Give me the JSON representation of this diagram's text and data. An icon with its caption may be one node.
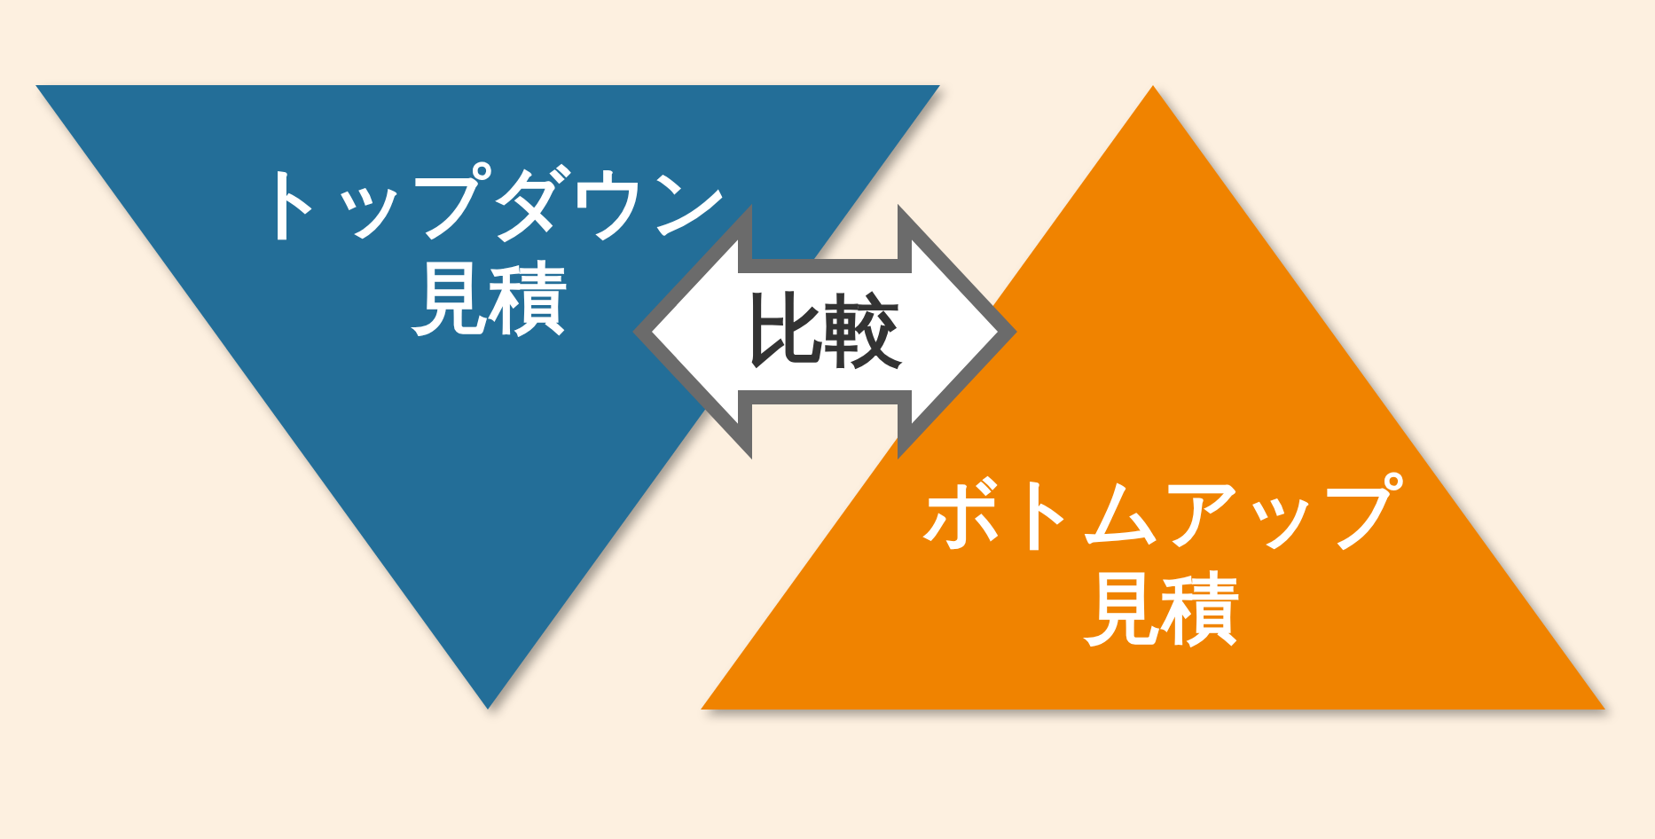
{
  "diagram": {
    "nodes": [
      {
        "text": [
          "トップダウン見積"
        ]
      },
      {
        "text": [
          "ボトムアップ見積"
        ]
      }
    ],
    "edges": [
      {
        "from": 0,
        "to": 1,
        "arrow": "both",
        "label": "比較"
      }
    ]
  }
}
